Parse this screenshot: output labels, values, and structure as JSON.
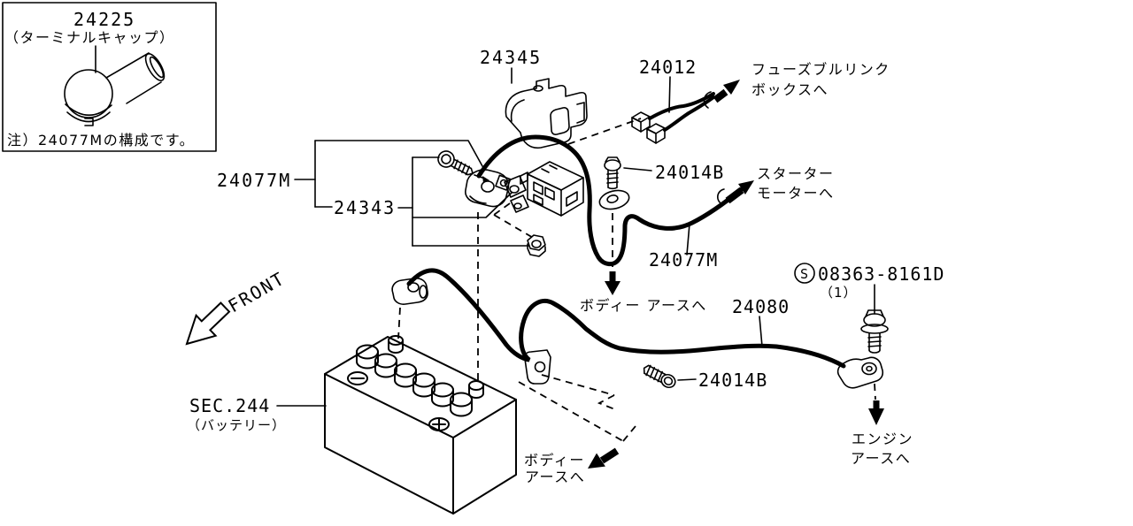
{
  "note_box": {
    "part_no": "24225",
    "part_name": "（ターミナルキャップ）",
    "note": "注）24077Mの構成です。"
  },
  "parts": {
    "terminal_cover": "24345",
    "fusible_link_wire": "24012",
    "bolt_top": "24014B",
    "bolt_bottom": "24014B",
    "positive_harness_left": "24077M",
    "positive_harness_right": "24077M",
    "positive_terminal": "24343",
    "ground_cable": "24080",
    "screw_symbol": "S",
    "screw_part_no": "08363-8161D",
    "screw_qty": "（1）",
    "battery_section": "SEC.244",
    "battery_name": "（バッテリー）"
  },
  "destinations": {
    "fusible_link_box_1": "フューズブルリンク",
    "fusible_link_box_2": "ボックスへ",
    "starter_1": "スターター",
    "starter_2": "モーターへ",
    "body_earth_mid": "ボディー アースへ",
    "body_earth_bottom_1": "ボディー",
    "body_earth_bottom_2": "アースへ",
    "engine_earth_1": "エンジン",
    "engine_earth_2": "アースへ"
  },
  "orientation": {
    "front_label": "FRONT"
  },
  "colors": {
    "line": "#000000",
    "background": "#ffffff"
  }
}
